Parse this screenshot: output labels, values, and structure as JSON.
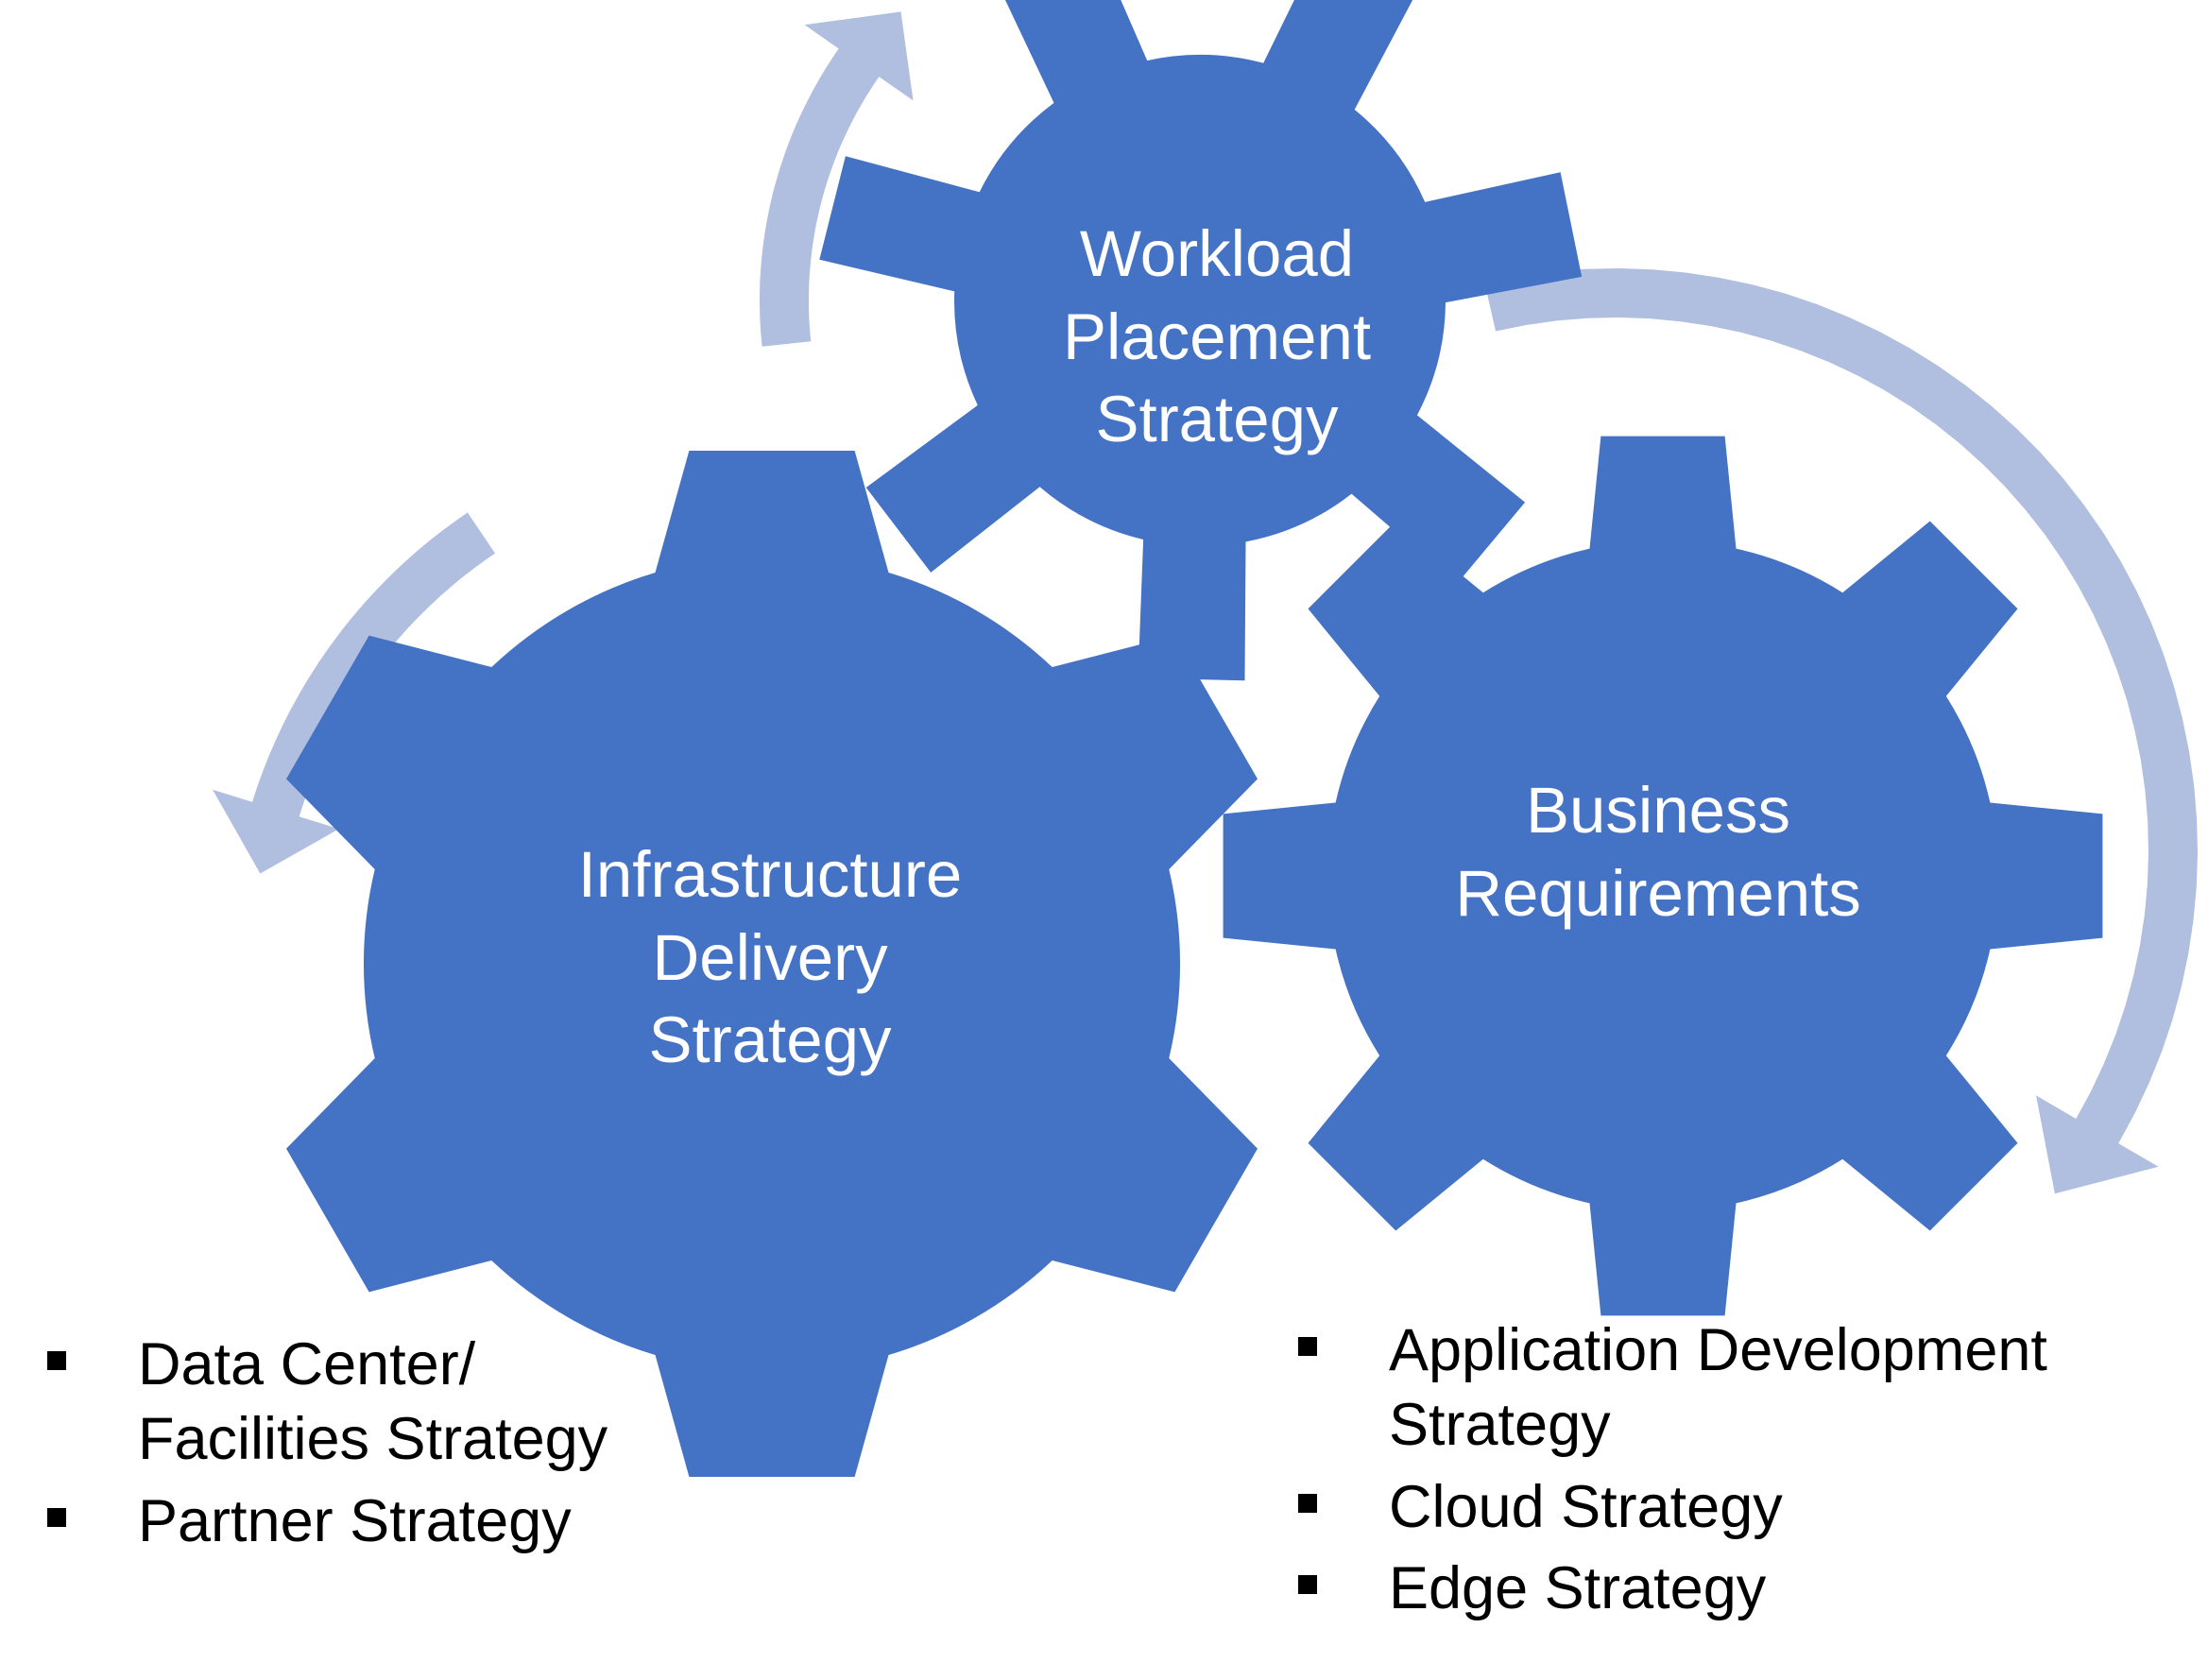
{
  "gears": [
    {
      "id": "workload",
      "lines": [
        "Workload",
        "Placement",
        "Strategy"
      ]
    },
    {
      "id": "infrastructure",
      "lines": [
        "Infrastructure",
        "Delivery",
        "Strategy"
      ]
    },
    {
      "id": "business",
      "lines": [
        "Business",
        "Requirements"
      ]
    }
  ],
  "left_list": {
    "items": [
      "Data Center/\nFacilities Strategy",
      "Partner Strategy"
    ]
  },
  "right_list": {
    "items": [
      "Application Development\nStrategy",
      "Cloud Strategy",
      "Edge Strategy"
    ]
  },
  "colors": {
    "gear": "#4472C4",
    "arrow": "#B0BEDF",
    "gear_text": "#FFFFFF",
    "list_text": "#000000"
  }
}
